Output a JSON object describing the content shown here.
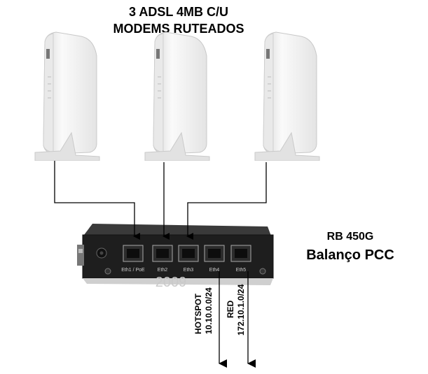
{
  "title": {
    "line1": "3 ADSL 4MB C/U",
    "line2": "MODEMS RUTEADOS"
  },
  "router": {
    "model": "RB 450G",
    "subtitle": "Balanço PCC",
    "watermark": "2009",
    "ports": [
      "Eth1 / PoE",
      "Eth2",
      "Eth3",
      "Eth4",
      "Eth5"
    ]
  },
  "outputs": {
    "hotspot": {
      "name": "HOTSPOT",
      "network": "10.10.0.0/24"
    },
    "red": {
      "name": "RED",
      "network": "172.10.1.0/24"
    }
  },
  "colors": {
    "line": "#000000",
    "modem_body": "#f2f2f2",
    "router_body": "#222222"
  }
}
